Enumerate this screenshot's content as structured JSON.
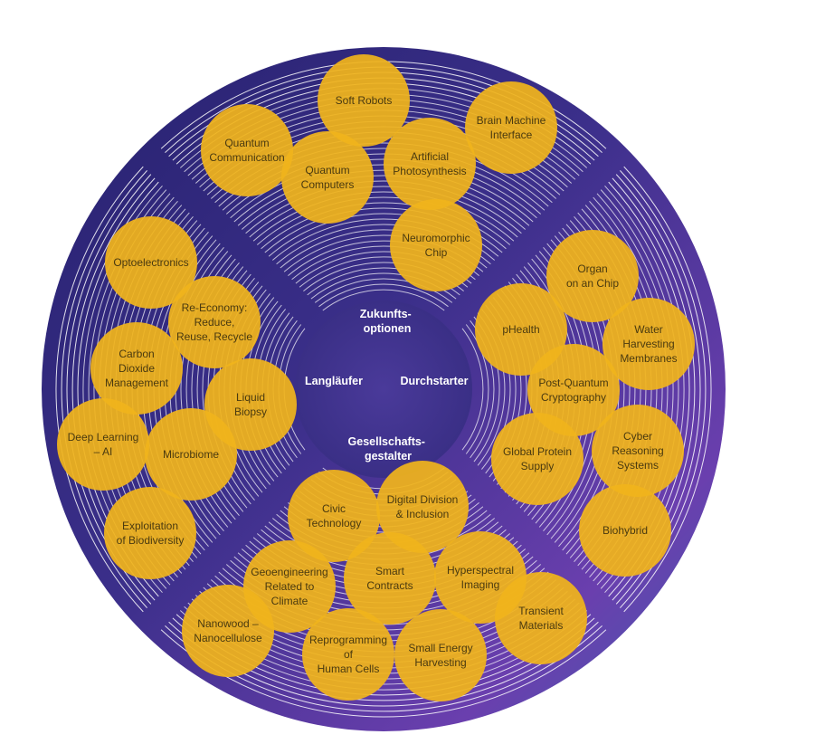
{
  "center": {
    "top": [
      "Zukunfts-",
      "optionen"
    ],
    "left": [
      "Langläufer"
    ],
    "right": [
      "Durchstarter"
    ],
    "bottom": [
      "Gesellschafts-",
      "gestalter"
    ]
  },
  "colors": {
    "bubble": "#f0b41c",
    "bubble_text": "#4a3a10",
    "disc_dark": "#2b2878",
    "disc_mid": "#4a3a9a",
    "disc_light": "#7a48b8",
    "center_text": "#ffffff",
    "rings": "#ffffff"
  },
  "technologies": [
    {
      "id": "soft-robots",
      "lines": [
        "Soft Robots"
      ]
    },
    {
      "id": "brain-machine-interface",
      "lines": [
        "Brain Machine",
        "Interface"
      ]
    },
    {
      "id": "quantum-communication",
      "lines": [
        "Quantum",
        "Communication"
      ]
    },
    {
      "id": "quantum-computers",
      "lines": [
        "Quantum",
        "Computers"
      ]
    },
    {
      "id": "artificial-photosynthesis",
      "lines": [
        "Artificial",
        "Photosynthesis"
      ]
    },
    {
      "id": "neuromorphic-chip",
      "lines": [
        "Neuromorphic",
        "Chip"
      ]
    },
    {
      "id": "optoelectronics",
      "lines": [
        "Optoelectronics"
      ]
    },
    {
      "id": "re-economy",
      "lines": [
        "Re-Economy:",
        "Reduce,",
        "Reuse, Recycle"
      ]
    },
    {
      "id": "carbon-dioxide-management",
      "lines": [
        "Carbon",
        "Dioxide",
        "Management"
      ]
    },
    {
      "id": "liquid-biopsy",
      "lines": [
        "Liquid",
        "Biopsy"
      ]
    },
    {
      "id": "deep-learning-ai",
      "lines": [
        "Deep Learning",
        "– AI"
      ]
    },
    {
      "id": "microbiome",
      "lines": [
        "Microbiome"
      ]
    },
    {
      "id": "exploitation-of-biodiversity",
      "lines": [
        "Exploitation",
        "of Biodiversity"
      ]
    },
    {
      "id": "organ-on-a-chip",
      "lines": [
        "Organ",
        "on an Chip"
      ]
    },
    {
      "id": "phealth",
      "lines": [
        "pHealth"
      ]
    },
    {
      "id": "water-harvesting-membranes",
      "lines": [
        "Water",
        "Harvesting",
        "Membranes"
      ]
    },
    {
      "id": "post-quantum-cryptography",
      "lines": [
        "Post-Quantum",
        "Cryptography"
      ]
    },
    {
      "id": "global-protein-supply",
      "lines": [
        "Global Protein",
        "Supply"
      ]
    },
    {
      "id": "cyber-reasoning-systems",
      "lines": [
        "Cyber",
        "Reasoning",
        "Systems"
      ]
    },
    {
      "id": "biohybrid",
      "lines": [
        "Biohybrid"
      ]
    },
    {
      "id": "civic-technology",
      "lines": [
        "Civic",
        "Technology"
      ]
    },
    {
      "id": "digital-division-inclusion",
      "lines": [
        "Digital Division",
        "& Inclusion"
      ]
    },
    {
      "id": "geoengineering",
      "lines": [
        "Geoengineering",
        "Related to",
        "Climate"
      ]
    },
    {
      "id": "smart-contracts",
      "lines": [
        "Smart",
        "Contracts"
      ]
    },
    {
      "id": "hyperspectral-imaging",
      "lines": [
        "Hyperspectral",
        "Imaging"
      ]
    },
    {
      "id": "transient-materials",
      "lines": [
        "Transient",
        "Materials"
      ]
    },
    {
      "id": "nanowood",
      "lines": [
        "Nanowood –",
        "Nanocellulose"
      ]
    },
    {
      "id": "reprogramming-human-cells",
      "lines": [
        "Reprogramming",
        "of",
        "Human Cells"
      ]
    },
    {
      "id": "small-energy-harvesting",
      "lines": [
        "Small Energy",
        "Harvesting"
      ]
    }
  ]
}
